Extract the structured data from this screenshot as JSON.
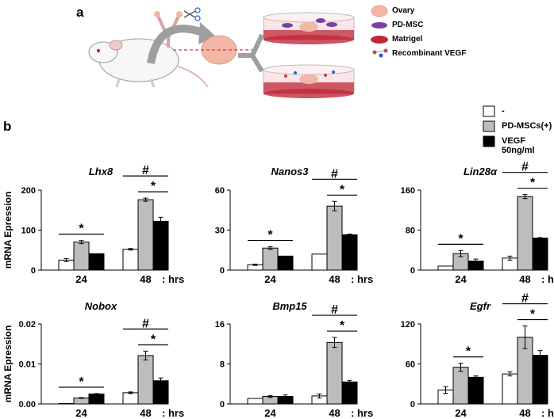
{
  "panel_a_label": "a",
  "panel_b_label": "b",
  "schematic_legend": {
    "items": [
      {
        "label": "Ovary",
        "icon": "ovary-icon",
        "color": "#f4b7a6"
      },
      {
        "label": "PD-MSC",
        "icon": "msc-cell-icon",
        "color": "#7b3fa0"
      },
      {
        "label": "Matrigel",
        "icon": "matrigel-icon",
        "color": "#c0283a"
      },
      {
        "label": "Recombinant VEGF",
        "icon": "vegf-molecule-icon",
        "color": "#d43a3a"
      }
    ]
  },
  "bar_legend": [
    {
      "label": "-",
      "color": "#ffffff"
    },
    {
      "label": "PD-MSCs(+)",
      "color": "#bdbdbd"
    },
    {
      "label": "VEGF 50ng/ml",
      "color": "#000000"
    }
  ],
  "colors": {
    "control": "#ffffff",
    "pdmsc": "#bdbdbd",
    "vegf": "#000000"
  },
  "chart_data": [
    {
      "type": "bar",
      "title": "Lhx8",
      "ylabel": "mRNA Epression",
      "xlabel": "",
      "categories": [
        "24",
        "48"
      ],
      "x_unit": ": hrs",
      "ylim": [
        0,
        200
      ],
      "yticks": [
        "0",
        "100",
        "200"
      ],
      "series": [
        {
          "name": "-",
          "values": [
            25,
            52
          ],
          "errors": [
            4,
            2
          ]
        },
        {
          "name": "PD-MSCs(+)",
          "values": [
            70,
            176
          ],
          "errors": [
            4,
            4
          ]
        },
        {
          "name": "VEGF 50ng/ml",
          "values": [
            41,
            122
          ],
          "errors": [
            0,
            10
          ]
        }
      ],
      "annotations": [
        {
          "symbol": "*",
          "group": 0,
          "from": 0,
          "to": 2,
          "level": 1
        },
        {
          "symbol": "#",
          "group": 1,
          "from": 0,
          "to": 2,
          "level": 2
        },
        {
          "symbol": "*",
          "group": 1,
          "from": 1,
          "to": 2,
          "level": 1
        }
      ]
    },
    {
      "type": "bar",
      "title": "Nanos3",
      "ylabel": "",
      "xlabel": "",
      "categories": [
        "24",
        "48"
      ],
      "x_unit": ": hrs",
      "ylim": [
        0,
        60
      ],
      "yticks": [
        "0",
        "30",
        "60"
      ],
      "series": [
        {
          "name": "-",
          "values": [
            4,
            12
          ],
          "errors": [
            0.5,
            0
          ]
        },
        {
          "name": "PD-MSCs(+)",
          "values": [
            16.5,
            48
          ],
          "errors": [
            1,
            3.5
          ]
        },
        {
          "name": "VEGF 50ng/ml",
          "values": [
            10.5,
            26.5
          ],
          "errors": [
            0,
            0.5
          ]
        }
      ],
      "annotations": [
        {
          "symbol": "*",
          "group": 0,
          "from": 0,
          "to": 2,
          "level": 1
        },
        {
          "symbol": "#",
          "group": 1,
          "from": 0,
          "to": 2,
          "level": 2
        },
        {
          "symbol": "*",
          "group": 1,
          "from": 1,
          "to": 2,
          "level": 1
        }
      ]
    },
    {
      "type": "bar",
      "title": "Lin28α",
      "ylabel": "",
      "xlabel": "",
      "categories": [
        "24",
        "48"
      ],
      "x_unit": ": hrs",
      "ylim": [
        0,
        160
      ],
      "yticks": [
        "0",
        "80",
        "160"
      ],
      "series": [
        {
          "name": "-",
          "values": [
            8,
            24
          ],
          "errors": [
            0,
            4
          ]
        },
        {
          "name": "PD-MSCs(+)",
          "values": [
            33,
            147
          ],
          "errors": [
            6,
            4
          ]
        },
        {
          "name": "VEGF 50ng/ml",
          "values": [
            18,
            64
          ],
          "errors": [
            4,
            1
          ]
        }
      ],
      "annotations": [
        {
          "symbol": "*",
          "group": 0,
          "from": 0,
          "to": 2,
          "level": 1
        },
        {
          "symbol": "#",
          "group": 1,
          "from": 0,
          "to": 2,
          "level": 2
        },
        {
          "symbol": "*",
          "group": 1,
          "from": 1,
          "to": 2,
          "level": 1
        }
      ]
    },
    {
      "type": "bar",
      "title": "Nobox",
      "ylabel": "mRNA Epression",
      "xlabel": "",
      "categories": [
        "24",
        "48"
      ],
      "x_unit": ": hrs",
      "ylim": [
        0,
        0.02
      ],
      "yticks": [
        "0.00",
        "0.01",
        "0.02"
      ],
      "series": [
        {
          "name": "-",
          "values": [
            0.0001,
            0.0028
          ],
          "errors": [
            0,
            0.0002
          ]
        },
        {
          "name": "PD-MSCs(+)",
          "values": [
            0.0015,
            0.0121
          ],
          "errors": [
            0.0001,
            0.0011
          ]
        },
        {
          "name": "VEGF 50ng/ml",
          "values": [
            0.0025,
            0.0058
          ],
          "errors": [
            0.0001,
            0.0007
          ]
        }
      ],
      "annotations": [
        {
          "symbol": "*",
          "group": 0,
          "from": 0,
          "to": 2,
          "level": 1
        },
        {
          "symbol": "#",
          "group": 1,
          "from": 0,
          "to": 2,
          "level": 2
        },
        {
          "symbol": "*",
          "group": 1,
          "from": 1,
          "to": 2,
          "level": 1
        }
      ]
    },
    {
      "type": "bar",
      "title": "Bmp15",
      "ylabel": "",
      "xlabel": "",
      "categories": [
        "24",
        "48"
      ],
      "x_unit": ": hrs",
      "ylim": [
        0,
        16
      ],
      "yticks": [
        "0",
        "8",
        "16"
      ],
      "series": [
        {
          "name": "-",
          "values": [
            1.1,
            1.6
          ],
          "errors": [
            0,
            0.4
          ]
        },
        {
          "name": "PD-MSCs(+)",
          "values": [
            1.5,
            12.3
          ],
          "errors": [
            0.2,
            1
          ]
        },
        {
          "name": "VEGF 50ng/ml",
          "values": [
            1.5,
            4.4
          ],
          "errors": [
            0.3,
            0.3
          ]
        }
      ],
      "annotations": [
        {
          "symbol": "#",
          "group": 1,
          "from": 0,
          "to": 2,
          "level": 2
        },
        {
          "symbol": "*",
          "group": 1,
          "from": 1,
          "to": 2,
          "level": 1
        }
      ]
    },
    {
      "type": "bar",
      "title": "Egfr",
      "ylabel": "",
      "xlabel": "",
      "categories": [
        "24",
        "48"
      ],
      "x_unit": ": hrs",
      "ylim": [
        0,
        120
      ],
      "yticks": [
        "0",
        "60",
        "120"
      ],
      "series": [
        {
          "name": "-",
          "values": [
            21,
            45
          ],
          "errors": [
            5,
            3
          ]
        },
        {
          "name": "PD-MSCs(+)",
          "values": [
            55,
            100
          ],
          "errors": [
            6,
            17
          ]
        },
        {
          "name": "VEGF 50ng/ml",
          "values": [
            40,
            73
          ],
          "errors": [
            2,
            7
          ]
        }
      ],
      "annotations": [
        {
          "symbol": "*",
          "group": 0,
          "from": 1,
          "to": 2,
          "level": 1
        },
        {
          "symbol": "#",
          "group": 1,
          "from": 0,
          "to": 2,
          "level": 2
        },
        {
          "symbol": "*",
          "group": 1,
          "from": 1,
          "to": 2,
          "level": 1
        }
      ]
    }
  ]
}
